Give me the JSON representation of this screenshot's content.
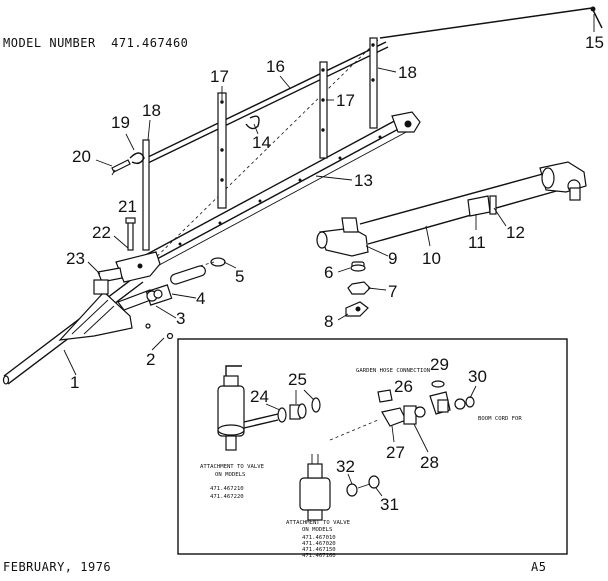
{
  "header": {
    "model_label": "MODEL NUMBER",
    "model_number": "471.467460"
  },
  "footer": {
    "date": "FEBRUARY, 1976",
    "page_code": "A5"
  },
  "callouts": [
    "1",
    "2",
    "3",
    "4",
    "5",
    "6",
    "7",
    "8",
    "9",
    "10",
    "11",
    "12",
    "13",
    "14",
    "15",
    "16",
    "17",
    "17",
    "18",
    "18",
    "19",
    "20",
    "21",
    "22",
    "23",
    "24",
    "25",
    "26",
    "27",
    "28",
    "29",
    "30",
    "31",
    "32"
  ],
  "inset": {
    "note_hose_connection": "GARDEN HOSE CONNECTION",
    "note_boom_cord": "BOOM CORD FOR",
    "attachment_left": {
      "line1": "ATTACHMENT TO VALVE",
      "line2": "ON MODELS",
      "models": [
        "471.467210",
        "471.467220"
      ]
    },
    "attachment_right": {
      "line1": "ATTACHMENT TO VALVE",
      "line2": "ON MODELS",
      "models": [
        "471.467010",
        "471.467020",
        "471.467150",
        "471.467160"
      ]
    }
  }
}
